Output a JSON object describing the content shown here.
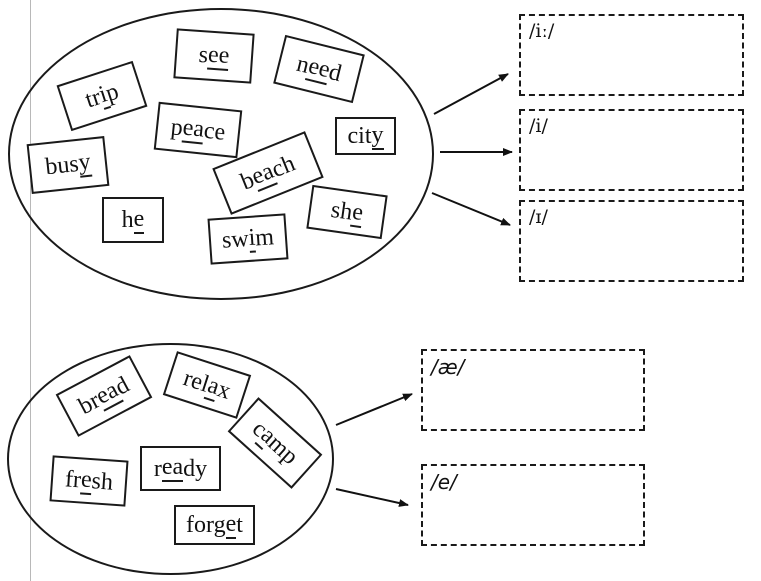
{
  "groups": [
    {
      "id": "group-1",
      "words": [
        {
          "text": "see",
          "pre": "s",
          "mark": "ee",
          "post": ""
        },
        {
          "text": "need",
          "pre": "n",
          "mark": "ee",
          "post": "d"
        },
        {
          "text": "trip",
          "pre": "tr",
          "mark": "i",
          "post": "p"
        },
        {
          "text": "peace",
          "pre": "p",
          "mark": "ea",
          "post": "ce"
        },
        {
          "text": "city",
          "pre": "cit",
          "mark": "y",
          "post": ""
        },
        {
          "text": "busy",
          "pre": "bus",
          "mark": "y",
          "post": ""
        },
        {
          "text": "beach",
          "pre": "b",
          "mark": "ea",
          "post": "ch"
        },
        {
          "text": "he",
          "pre": "h",
          "mark": "e",
          "post": ""
        },
        {
          "text": "swim",
          "pre": "sw",
          "mark": "i",
          "post": "m"
        },
        {
          "text": "she",
          "pre": "sh",
          "mark": "e",
          "post": ""
        }
      ],
      "targets": [
        {
          "label": "/iː/"
        },
        {
          "label": "/i/"
        },
        {
          "label": "/ɪ/"
        }
      ]
    },
    {
      "id": "group-2",
      "words": [
        {
          "text": "bread",
          "pre": "br",
          "mark": "ea",
          "post": "d"
        },
        {
          "text": "relax",
          "pre": "rel",
          "mark": "a",
          "post": "x"
        },
        {
          "text": "camp",
          "pre": "c",
          "mark": "a",
          "post": "mp"
        },
        {
          "text": "fresh",
          "pre": "fr",
          "mark": "e",
          "post": "sh"
        },
        {
          "text": "ready",
          "pre": "r",
          "mark": "ea",
          "post": "dy"
        },
        {
          "text": "forget",
          "pre": "forg",
          "mark": "e",
          "post": "t"
        }
      ],
      "targets": [
        {
          "label": "/æ/"
        },
        {
          "label": "/e/"
        }
      ]
    }
  ]
}
